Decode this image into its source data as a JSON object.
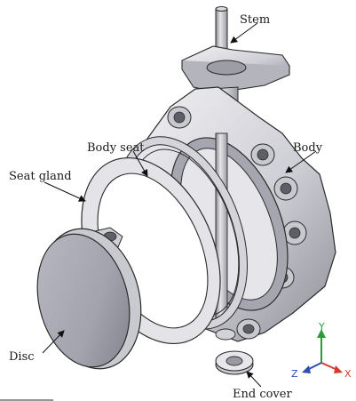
{
  "labels": {
    "stem": "Stem",
    "body": "Body",
    "body_seat": "Body seat",
    "seat_gland": "Seat gland",
    "disc": "Disc",
    "end_cover": "End cover"
  },
  "axes": {
    "y": "Y",
    "z": "Z",
    "x": "X"
  },
  "colors": {
    "part_fill": "#d9d9de",
    "part_shadow": "#9e9ea6",
    "outline": "#2b2b2b",
    "y_axis": "#2e9b3a",
    "x_axis": "#d63a2f",
    "z_axis": "#2c4fb3"
  }
}
